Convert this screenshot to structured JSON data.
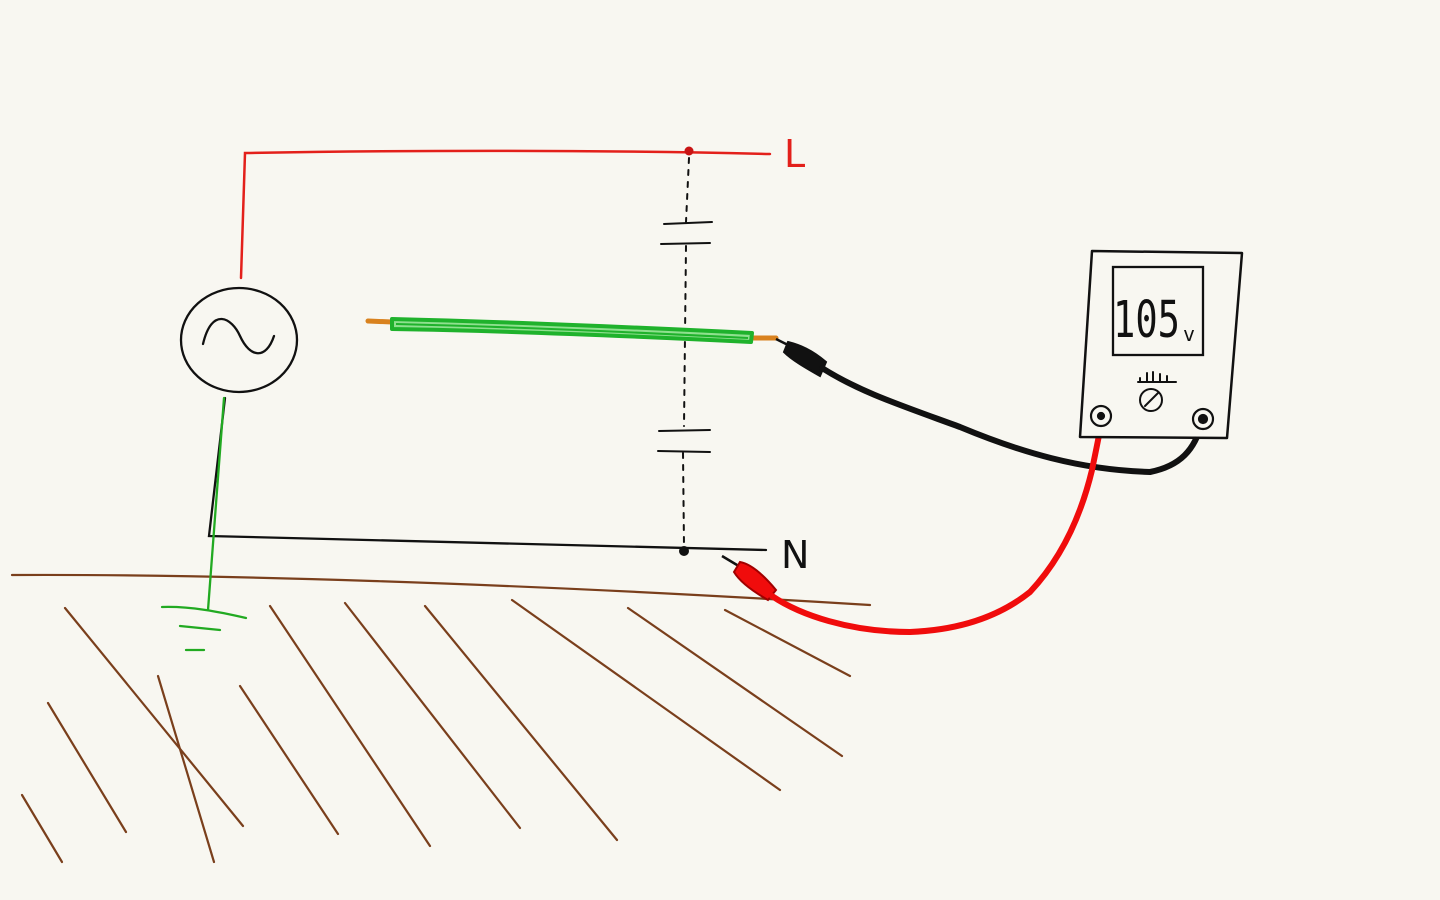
{
  "labels": {
    "line": "L",
    "neutral": "N"
  },
  "meter": {
    "reading_value": "105",
    "reading_unit": "v"
  },
  "colors": {
    "background": "#f8f7f1",
    "line_wire": "#e3201b",
    "neutral_wire": "#111111",
    "earth_wire": "#22aa22",
    "cable": "#22bb33",
    "cable_core": "#d9821e",
    "probe_red": "#f00c0c",
    "probe_black": "#111111",
    "ground": "#7a3f1c"
  },
  "icons": {
    "source": "ac-source-icon",
    "earth": "earth-ground-icon",
    "capacitor": "capacitor-icon",
    "dial": "selector-dial-icon",
    "jack": "probe-jack-icon"
  }
}
